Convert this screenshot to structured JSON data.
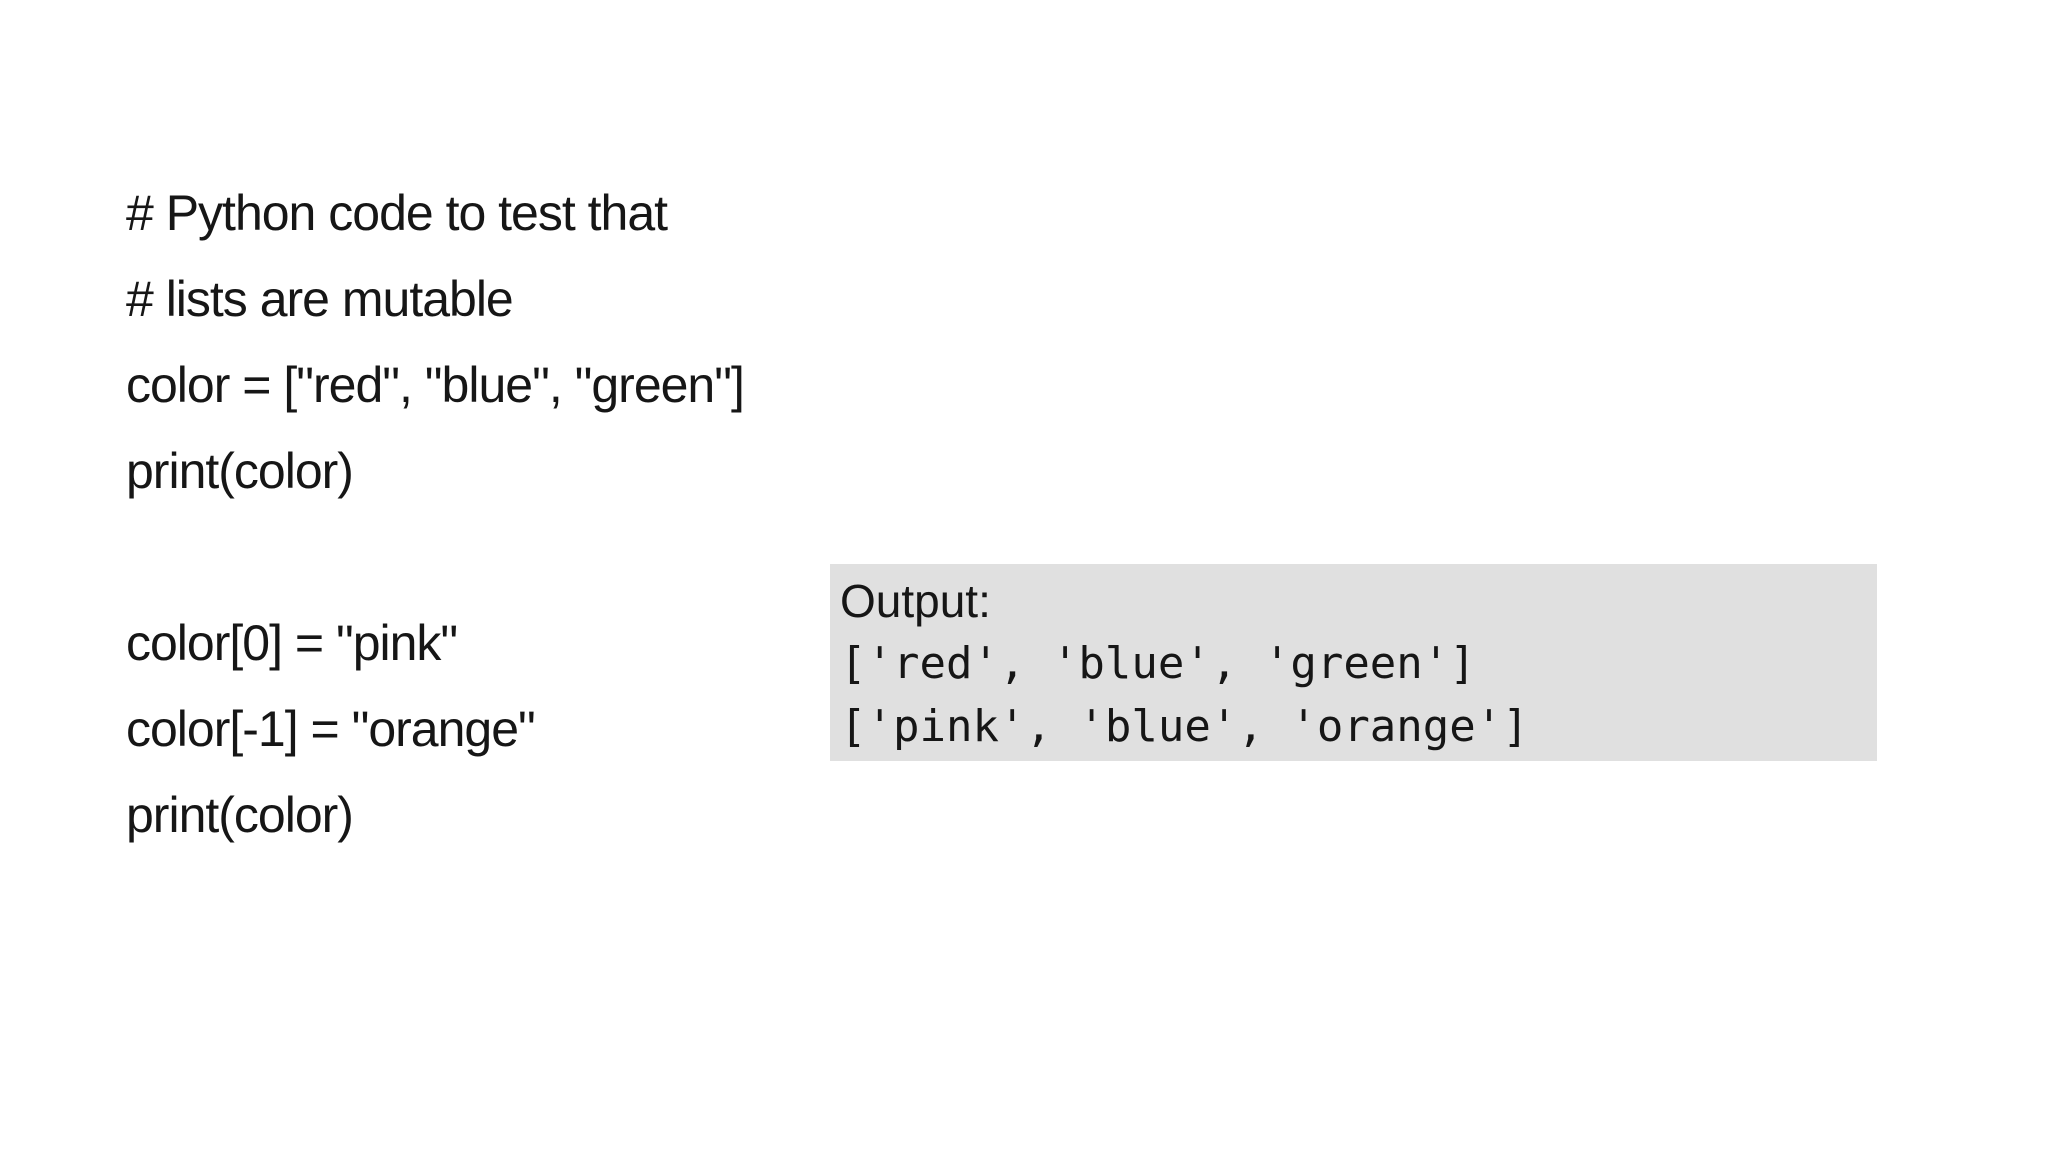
{
  "page": {
    "background": "#ffffff",
    "text_color": "#161616"
  },
  "code_block_1": {
    "lines": [
      "# Python code to test that",
      "# lists are mutable",
      "color = [\"red\", \"blue\", \"green\"]",
      "print(color)"
    ]
  },
  "code_block_2": {
    "lines": [
      "color[0] = \"pink\"",
      "color[-1] = \"orange\"",
      "print(color)"
    ]
  },
  "output_box": {
    "background": "#e0e0e0",
    "label": "Output:",
    "lines": [
      "['red', 'blue', 'green']",
      "['pink', 'blue', 'orange']"
    ]
  }
}
